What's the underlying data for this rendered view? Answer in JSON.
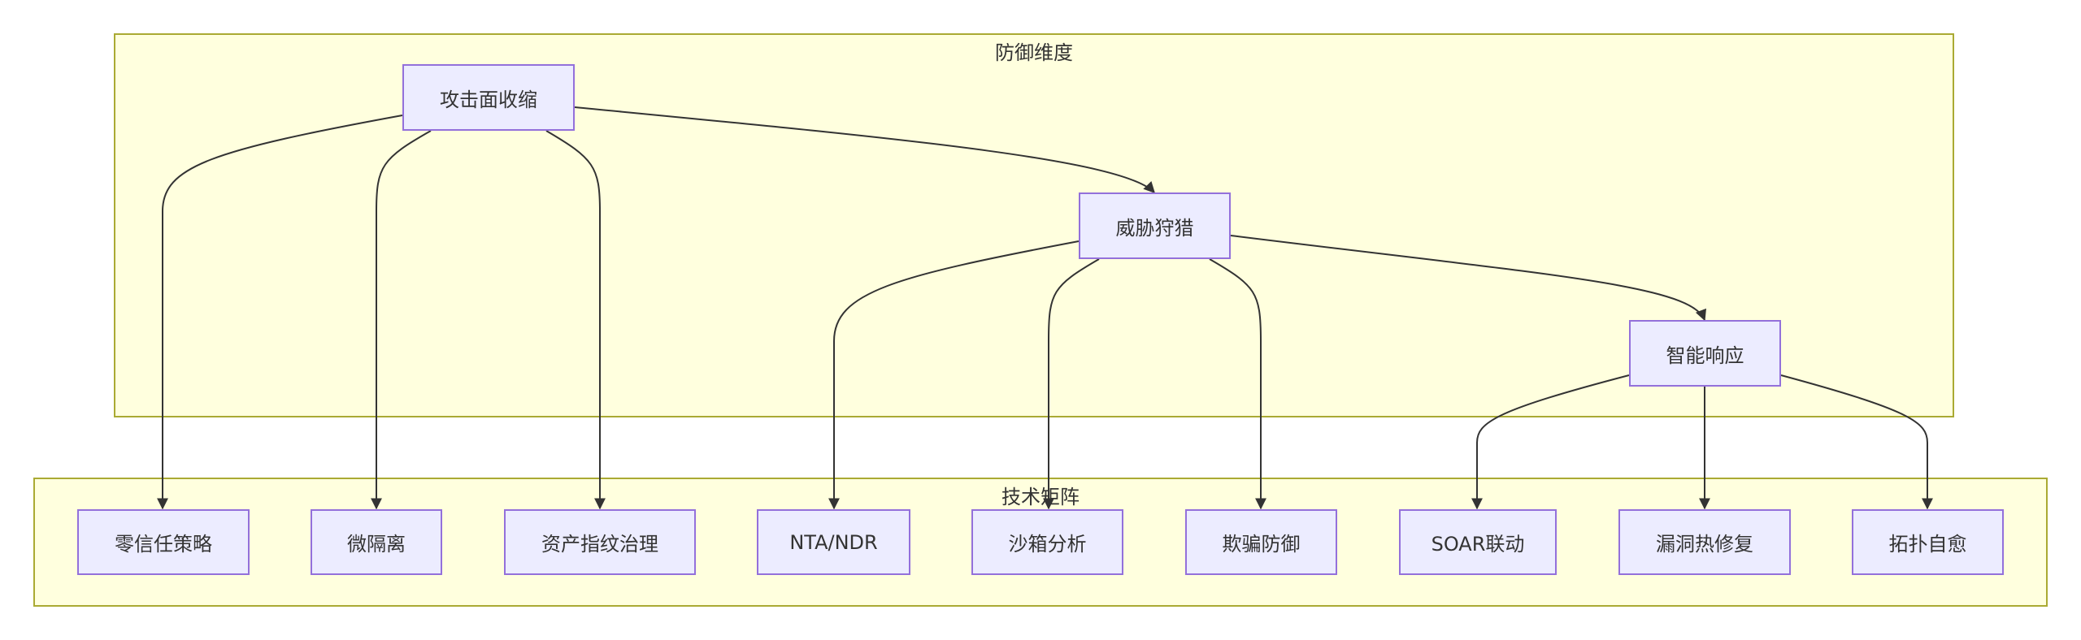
{
  "clusters": {
    "defense": {
      "title": "防御维度"
    },
    "tech": {
      "title": "技术矩阵"
    }
  },
  "nodes": {
    "attack_surface": "攻击面收缩",
    "threat_hunting": "威胁狩猎",
    "smart_response": "智能响应",
    "zero_trust": "零信任策略",
    "micro_segmentation": "微隔离",
    "asset_governance": "资产指纹治理",
    "nta_ndr": "NTA/NDR",
    "sandbox": "沙箱分析",
    "deception": "欺骗防御",
    "soar": "SOAR联动",
    "hot_patch": "漏洞热修复",
    "self_healing": "拓扑自愈"
  },
  "colors": {
    "cluster_fill": "#ffffde",
    "cluster_border": "#aaaa33",
    "node_fill": "#ececff",
    "node_border": "#9370db",
    "edge": "#333333"
  }
}
